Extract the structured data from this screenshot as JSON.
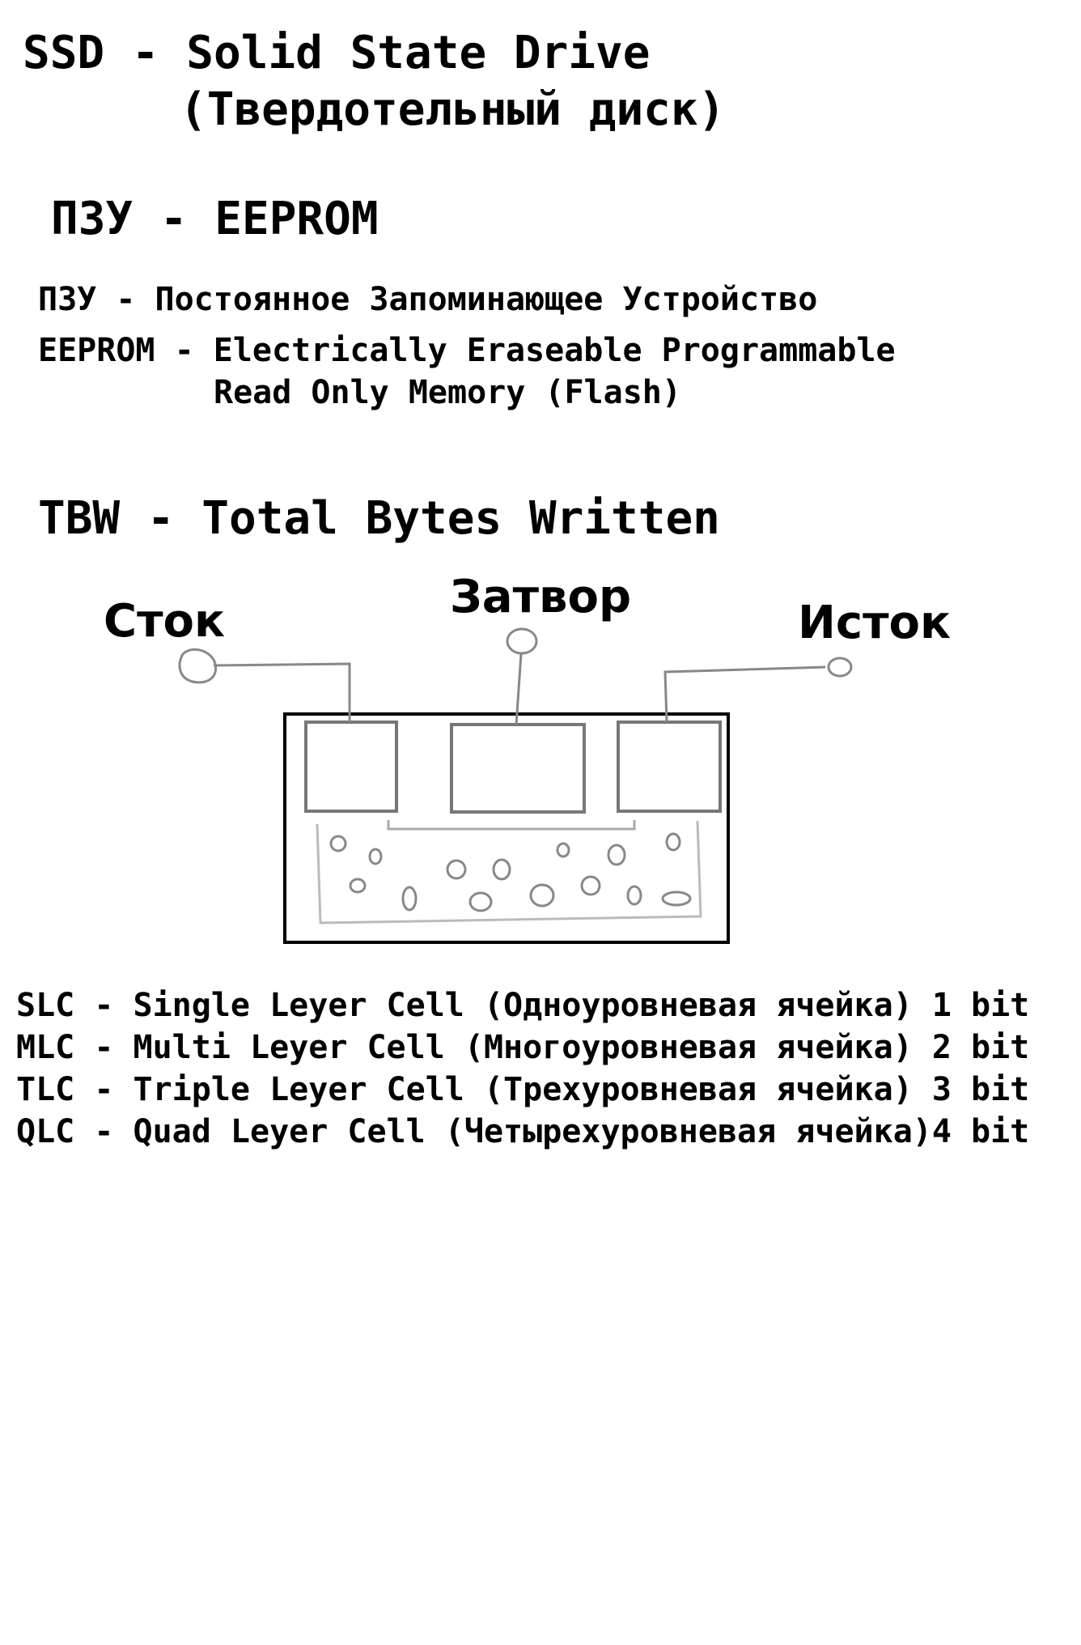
{
  "title": {
    "line1": "SSD - Solid State Drive",
    "line2": "(Твердотельный диск)"
  },
  "rom": {
    "heading": "ПЗУ - EEPROM",
    "rom_definition": "ПЗУ - Постоянное Запоминающее Устройство",
    "eeprom_definition_line1": "EEPROM - Electrically Eraseable Programmable",
    "eeprom_definition_line2": "Read Only Memory (Flash)"
  },
  "tbw": {
    "heading": "TBW - Total Bytes Written"
  },
  "diagram": {
    "drain_label": "Сток",
    "gate_label": "Затвор",
    "source_label": "Исток"
  },
  "cell_types": [
    "SLC - Single Leyer Cell (Одноуровневая ячейка) 1 bit",
    "MLC - Multi Leyer Cell (Многоуровневая ячейка) 2 bit",
    "TLC - Triple Leyer Cell (Трехуровневая ячейка) 3 bit",
    "QLC - Quad Leyer Cell (Четырехуровневая ячейка)4 bit"
  ]
}
